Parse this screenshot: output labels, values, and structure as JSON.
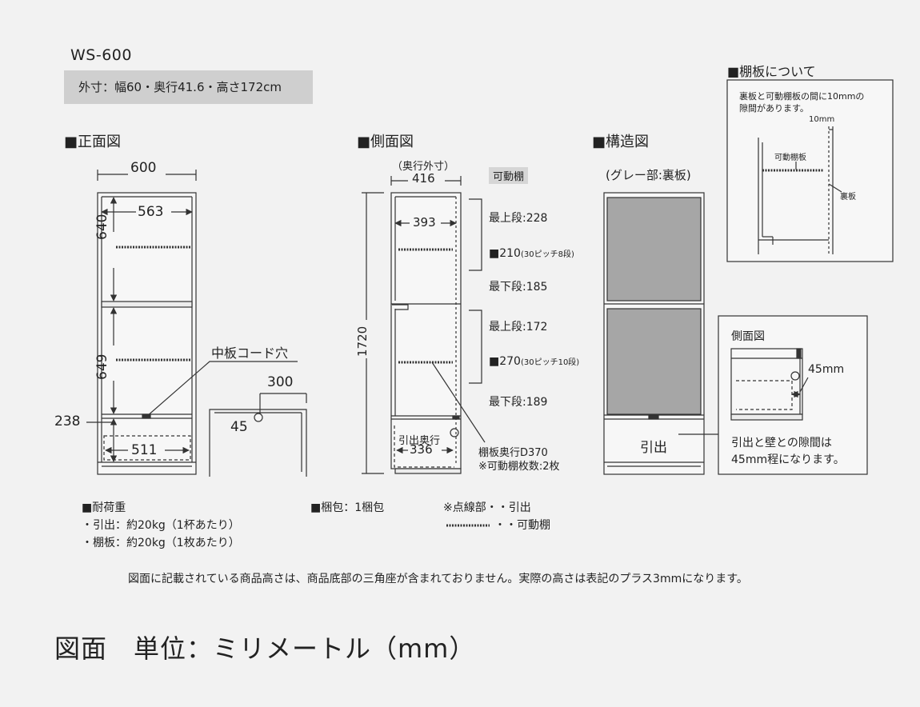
{
  "header": {
    "model": "WS-600",
    "outer_dims": "外寸：幅60・奥行41.6・高さ172cm"
  },
  "front": {
    "title": "■正面図",
    "width": "600",
    "inner_width": "563",
    "upper_height": "640",
    "middle_height": "649",
    "drawer_height": "238",
    "drawer_width": "511",
    "cord_hole_label": "中板コード穴",
    "cord_hole_offset": "300",
    "cord_hole_dia": "45"
  },
  "side": {
    "title": "■側面図",
    "depth_label": "（奥行外寸）",
    "depth": "416",
    "height": "1720",
    "shelf_depth_top": "393",
    "drawer_depth_label": "引出奥行",
    "drawer_depth": "336",
    "movable_tag": "可動棚",
    "upper_top": "最上段:228",
    "upper_pitch_main": "■210",
    "upper_pitch_note": "(30ピッチ8段)",
    "upper_bottom": "最下段:185",
    "lower_top": "最上段:172",
    "lower_pitch_main": "■270",
    "lower_pitch_note": "(30ピッチ10段)",
    "lower_bottom": "最下段:189",
    "shelf_note_1": "棚板奥行D370",
    "shelf_note_2": "※可動棚枚数:2枚"
  },
  "structure": {
    "title": "■構造図",
    "subtitle": "(グレー部:裏板)",
    "drawer_label": "引出"
  },
  "shelf_info": {
    "title": "■棚板について",
    "text_1": "裏板と可動棚板の間に10mmの",
    "text_2": "隙間があります。",
    "gap": "10mm",
    "shelf_label": "可動棚板",
    "back_label": "裏板"
  },
  "side_detail": {
    "title": "側面図",
    "gap": "45mm",
    "text_1": "引出と壁との隙間は",
    "text_2": "45mm程になります。"
  },
  "notes": {
    "load_title": "■耐荷重",
    "load_drawer": "・引出：約20kg（1杯あたり）",
    "load_shelf": "・棚板：約20kg（1枚あたり）",
    "package": "■梱包：1梱包",
    "legend_1": "※点線部・・引出",
    "legend_2": "・・可動棚"
  },
  "reference": "図面に記載されている商品高さは、商品底部の三角座が含まれておりません。実際の高さは表記のプラス3mmになります。",
  "footer": "図面　単位：ミリメートル（mm）"
}
